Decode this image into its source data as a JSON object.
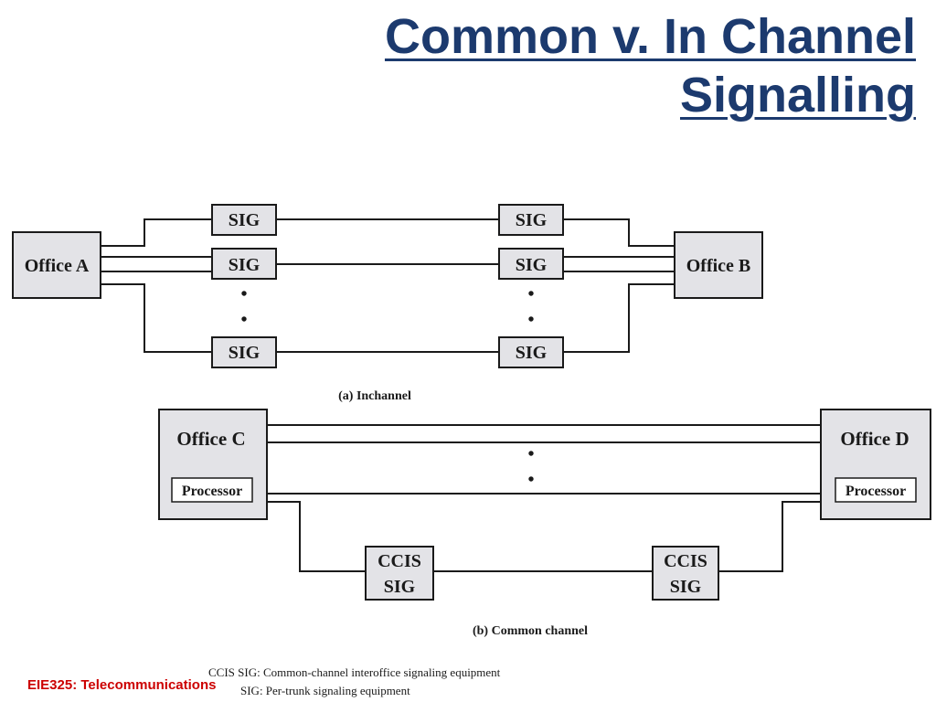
{
  "slide": {
    "title_line1": "Common v. In Channel",
    "title_line2": "Signalling",
    "footer": "EIE325: Telecommunications"
  },
  "diagram": {
    "inchannel": {
      "office_a": "Office A",
      "office_b": "Office B",
      "sig_label": "SIG",
      "dot": "•",
      "caption": "(a) Inchannel"
    },
    "common": {
      "office_c": "Office C",
      "office_d": "Office D",
      "processor": "Processor",
      "ccis_line1": "CCIS",
      "ccis_line2": "SIG",
      "dot": "•",
      "caption": "(b) Common channel"
    },
    "legend": {
      "line1": "CCIS SIG: Common-channel interoffice signaling equipment",
      "line2": "SIG: Per-trunk signaling equipment"
    }
  }
}
